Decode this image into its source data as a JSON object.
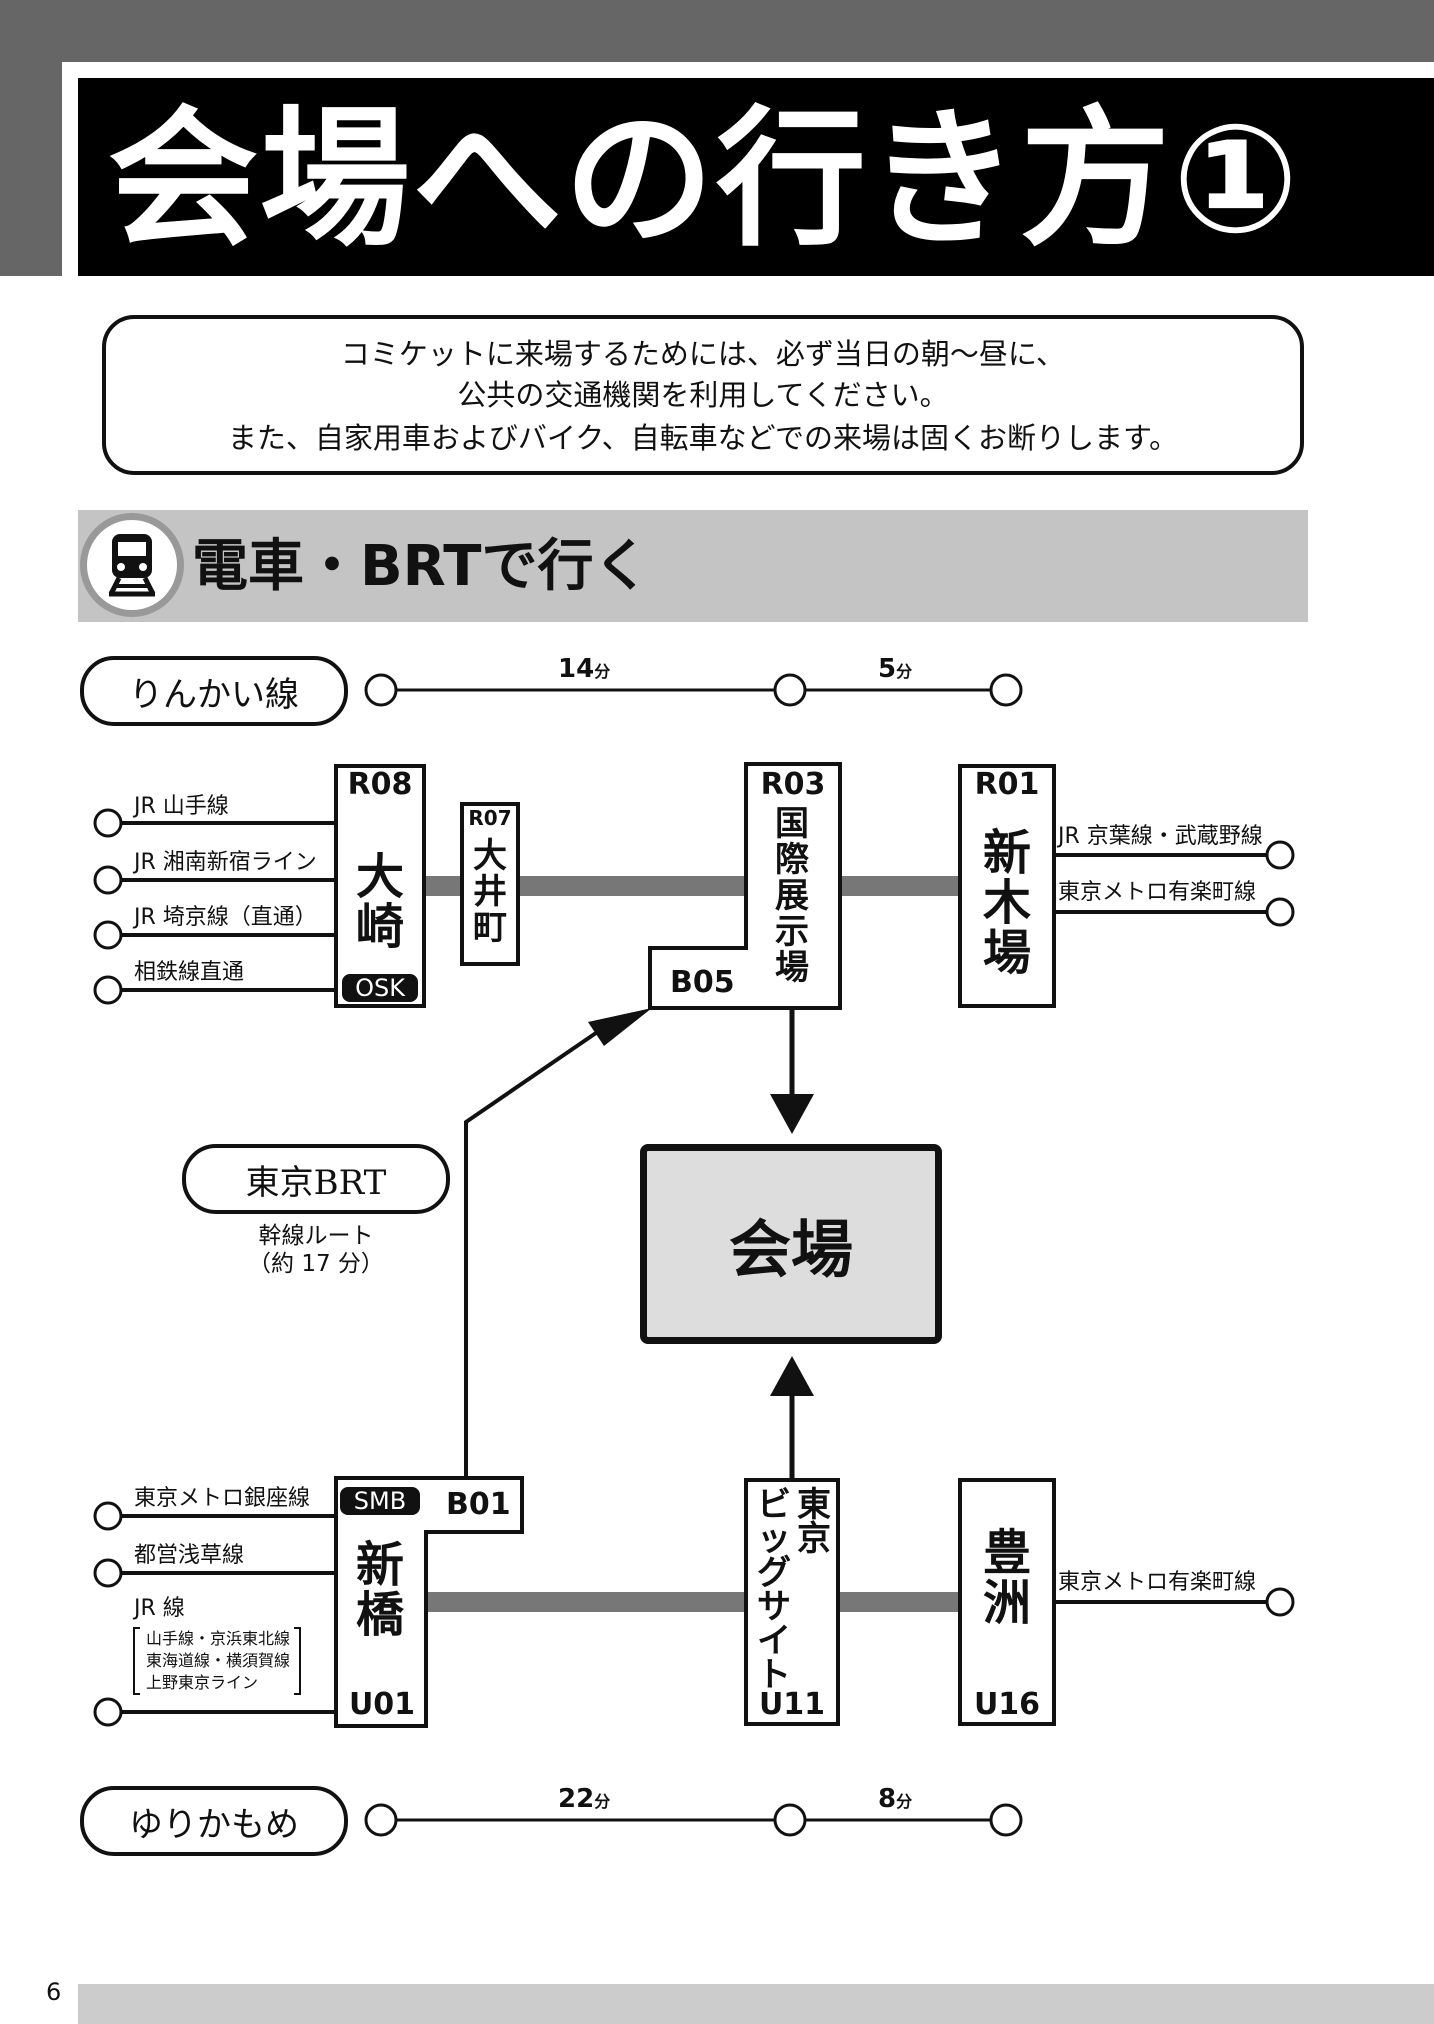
{
  "title": "会場への行き方①",
  "notice": [
    "コミケットに来場するためには、必ず当日の朝〜昼に、",
    "公共の交通機関を利用してください。",
    "また、自家用車およびバイク、自転車などでの来場は固くお断りします。"
  ],
  "section": {
    "title": "電車・BRTで行く",
    "icon": "train-icon"
  },
  "rinkai": {
    "label": "りんかい線",
    "times": [
      {
        "value": "14",
        "unit": "分"
      },
      {
        "value": "5",
        "unit": "分"
      }
    ],
    "stations": {
      "oosaki": {
        "code": "R08",
        "name": "大崎",
        "tag": "OSK"
      },
      "ooimachi": {
        "code": "R07",
        "name": "大井町"
      },
      "kokusai": {
        "code": "R03",
        "name": "国際展示場",
        "brt_code": "B05"
      },
      "shinkiba": {
        "code": "R01",
        "name": "新木場"
      }
    },
    "connections_left": [
      "JR 山手線",
      "JR 湘南新宿ライン",
      "JR 埼京線（直通）",
      "相鉄線直通"
    ],
    "connections_right": [
      "JR 京葉線・武蔵野線",
      "東京メトロ有楽町線"
    ]
  },
  "brt": {
    "label": "東京BRT",
    "route": "幹線ルート",
    "time": "（約 17 分）"
  },
  "venue": {
    "label": "会場"
  },
  "yurikamome": {
    "label": "ゆりかもめ",
    "times": [
      {
        "value": "22",
        "unit": "分"
      },
      {
        "value": "8",
        "unit": "分"
      }
    ],
    "stations": {
      "shinbashi": {
        "code": "U01",
        "name": "新橋",
        "tag": "SMB",
        "brt_code": "B01"
      },
      "bigsight": {
        "code": "U11",
        "name_col1": "ビッグサイト",
        "name_col2": "東京"
      },
      "toyosu": {
        "code": "U16",
        "name": "豊洲"
      }
    },
    "connections_left": [
      "東京メトロ銀座線",
      "都営浅草線",
      "JR 線"
    ],
    "jr_lines": [
      "山手線・京浜東北線",
      "東海道線・横須賀線",
      "上野東京ライン"
    ],
    "connections_right": [
      "東京メトロ有楽町線"
    ]
  },
  "page_number": "6"
}
